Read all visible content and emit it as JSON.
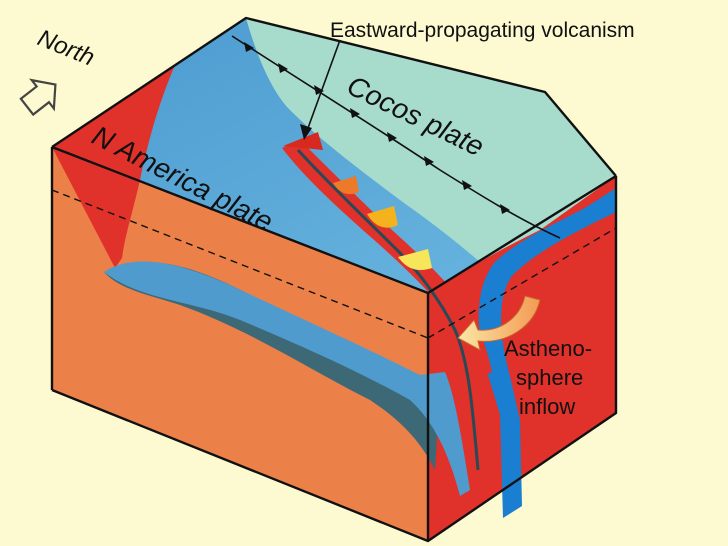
{
  "labels": {
    "title": "Eastward-propagating volcanism",
    "north": "North",
    "cocos": "Cocos plate",
    "namerica": "N America plate",
    "inflow_1": "Astheno-",
    "inflow_2": "sphere",
    "inflow_3": "inflow"
  },
  "colors": {
    "background": "#fdf9d0",
    "cocos_surface": "#a7dccd",
    "namerica_surface": "#5aa8d6",
    "mantle_red": "#e0312a",
    "front_orange": "#ec8049",
    "slab_blue": "#1a7fd0",
    "slab_shadow": "#3d6876"
  }
}
